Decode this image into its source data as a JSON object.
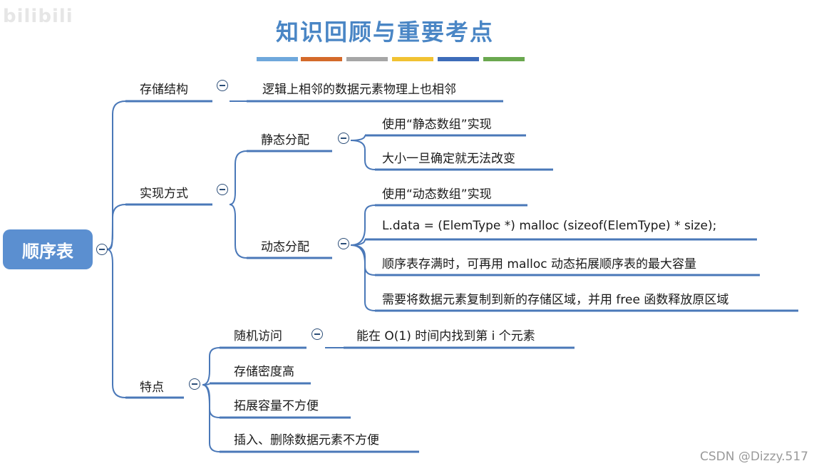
{
  "watermark": "bilibili",
  "credit": "CSDN @Dizzy.517",
  "title": "知识回顾与重要考点",
  "stripe_colors": [
    "#6fa8dc",
    "#d46a2a",
    "#a6a6a6",
    "#f1c232",
    "#3d6cb9",
    "#6aa84f"
  ],
  "colors": {
    "accent": "#4a86c5",
    "root_bg": "#5b8fd0",
    "line": "#4a78b8"
  },
  "root": "顺序表",
  "branches": {
    "storage": {
      "label": "存储结构",
      "item": "逻辑上相邻的数据元素物理上也相邻"
    },
    "impl": {
      "label": "实现方式",
      "static": {
        "label": "静态分配",
        "items": [
          "使用“静态数组”实现",
          "大小一旦确定就无法改变"
        ]
      },
      "dynamic": {
        "label": "动态分配",
        "items": [
          "使用“动态数组”实现",
          "L.data = (ElemType *) malloc (sizeof(ElemType) * size);",
          "顺序表存满时，可再用 malloc 动态拓展顺序表的最大容量",
          "需要将数据元素复制到新的存储区域，并用 free 函数释放原区域"
        ]
      }
    },
    "features": {
      "label": "特点",
      "random": {
        "label": "随机访问",
        "item": "能在 O(1) 时间内找到第 i 个元素"
      },
      "items": [
        "存储密度高",
        "拓展容量不方便",
        "插入、删除数据元素不方便"
      ]
    }
  }
}
